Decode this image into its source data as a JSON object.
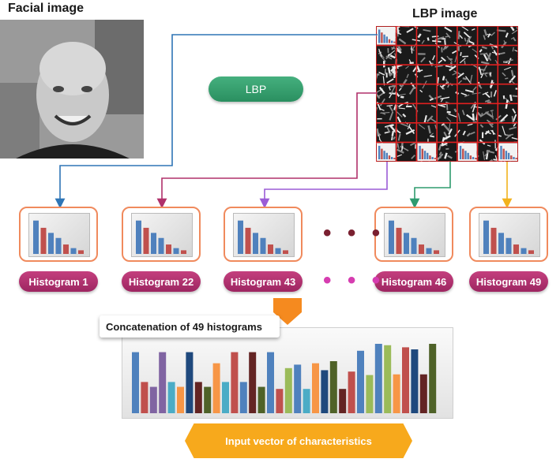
{
  "titles": {
    "facial": "Facial image",
    "lbp": "LBP image"
  },
  "lbp_button": "LBP",
  "histograms": [
    {
      "label": "Histogram 1"
    },
    {
      "label": "Histogram 22"
    },
    {
      "label": "Histogram 43"
    },
    {
      "label": "Histogram 46"
    },
    {
      "label": "Histogram 49"
    }
  ],
  "ellipsis_top": "• • •",
  "ellipsis_bottom": "• • •",
  "concat_label": "Concatenation of 49 histograms",
  "input_vector_label": "Input vector of characteristics",
  "colors": {
    "connector_1": "#2e75b6",
    "connector_22": "#b0306a",
    "connector_43": "#9b5cd6",
    "connector_46": "#2e9b6e",
    "connector_49": "#f2b21d",
    "grid_red": "#e02020",
    "box_border": "#f08a5d",
    "pill": "#b43272",
    "dots_top": "#7a2030",
    "dots_bottom": "#d63db0",
    "concat_arrow": "#f58a1f",
    "input_vector": "#f7a91c"
  },
  "small_hist": {
    "values": [
      0.92,
      0.72,
      0.58,
      0.44,
      0.26,
      0.16,
      0.1
    ],
    "colors": [
      "#4f81bd",
      "#c0504d",
      "#4f81bd",
      "#4f81bd",
      "#c0504d",
      "#4f81bd",
      "#c0504d"
    ]
  },
  "concat_bars": {
    "values": [
      0.88,
      0.45,
      0.38,
      0.88,
      0.45,
      0.38,
      0.88,
      0.45,
      0.38,
      0.72,
      0.45,
      0.88,
      0.45,
      0.88,
      0.38,
      0.88,
      0.35,
      0.65,
      0.7,
      0.35,
      0.72,
      0.62,
      0.75,
      0.35,
      0.6,
      0.9,
      0.55,
      1.0,
      0.98,
      0.56,
      0.95,
      0.92,
      0.56,
      1.0
    ],
    "colors": [
      "#4f81bd",
      "#c0504d",
      "#8064a2",
      "#8064a2",
      "#4bacc6",
      "#f79646",
      "#1f497d",
      "#632423",
      "#4f6228",
      "#f79646",
      "#4bacc6",
      "#c0504d",
      "#4f81bd",
      "#632423",
      "#4f6228",
      "#4f81bd",
      "#c0504d",
      "#9bbb59",
      "#4f81bd",
      "#4bacc6",
      "#f79646",
      "#1f497d",
      "#4f6228",
      "#632423",
      "#c0504d",
      "#4f81bd",
      "#9bbb59",
      "#4f81bd",
      "#9bbb59",
      "#f79646",
      "#c0504d",
      "#1f497d",
      "#632423",
      "#4f6228"
    ]
  }
}
